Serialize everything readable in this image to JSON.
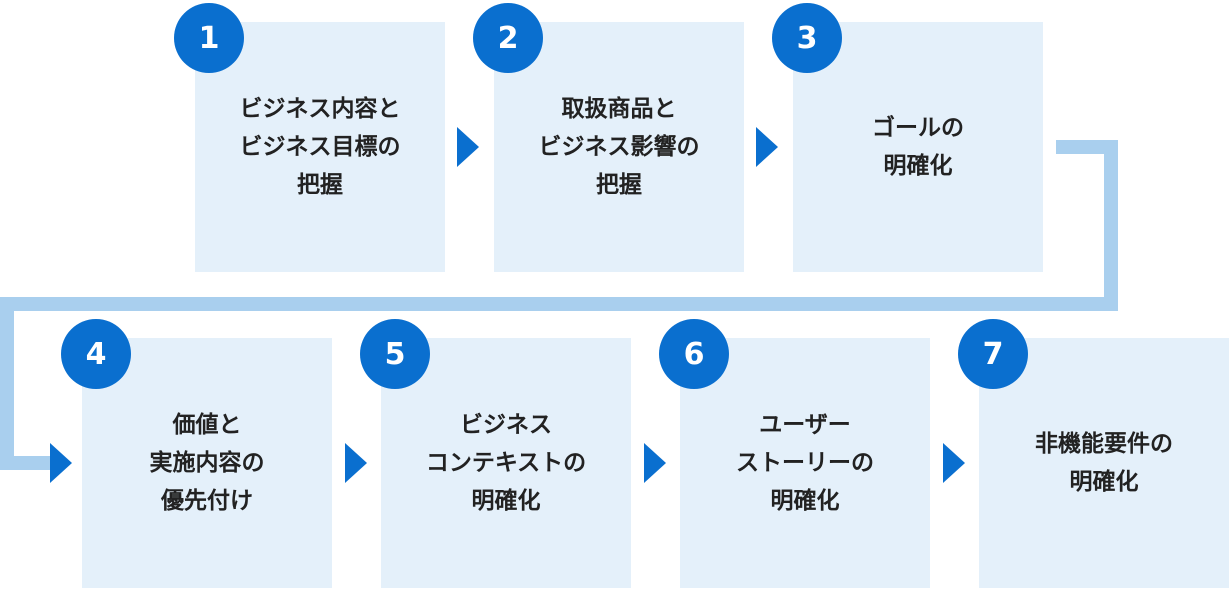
{
  "steps": [
    {
      "number": "1",
      "label": "ビジネス内容と\nビジネス目標の\n把握"
    },
    {
      "number": "2",
      "label": "取扱商品と\nビジネス影響の\n把握"
    },
    {
      "number": "3",
      "label": "ゴールの\n明確化"
    },
    {
      "number": "4",
      "label": "価値と\n実施内容の\n優先付け"
    },
    {
      "number": "5",
      "label": "ビジネス\nコンテキストの\n明確化"
    },
    {
      "number": "6",
      "label": "ユーザー\nストーリーの\n明確化"
    },
    {
      "number": "7",
      "label": "非機能要件の\n明確化"
    }
  ],
  "colors": {
    "badge": "#0a6fcf",
    "arrow": "#0a6fcf",
    "box": "#e4f0fa",
    "connector": "#a9cfee"
  }
}
